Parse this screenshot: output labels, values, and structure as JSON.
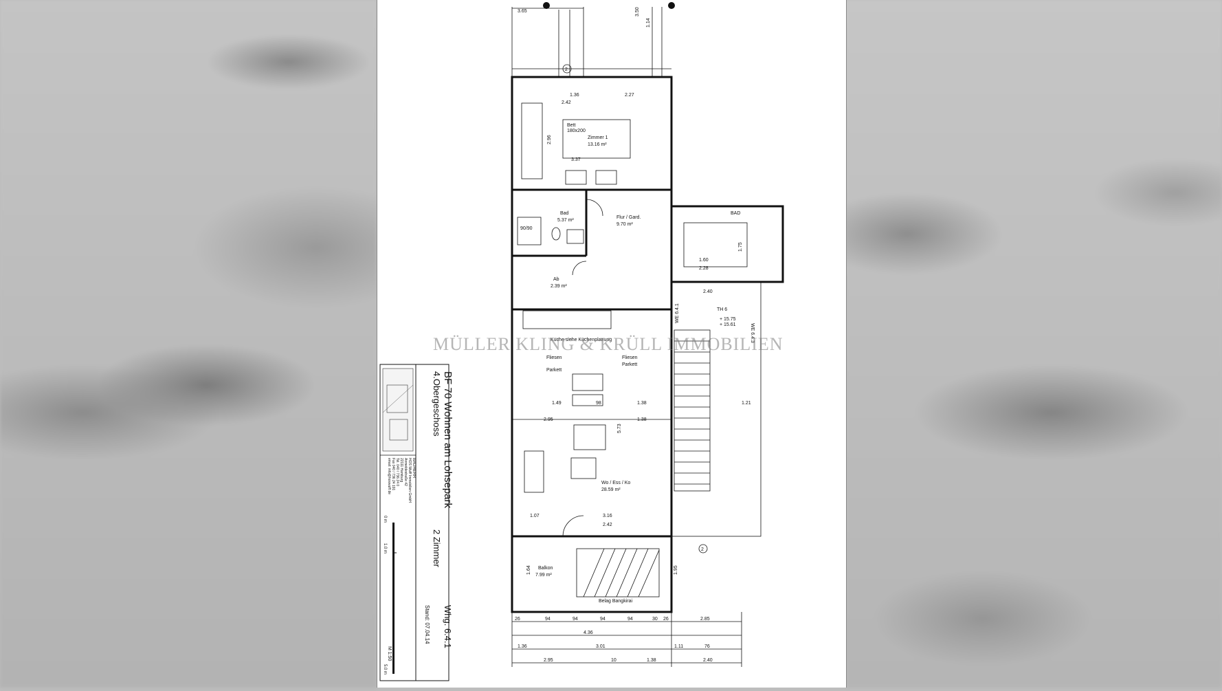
{
  "watermark": "MÜLLER KLING & KRÜLL IMMOBILIEN",
  "title_block": {
    "project": "BF 70 Wohnen am Lohsepark",
    "floor": "4.Obergeschoss",
    "unit": "Whg. 6.4.1",
    "rooms_count": "2 Zimmer",
    "date": "Stand: 07.04.14",
    "scale": "M 1:50",
    "builder_heading": "BAUHERR",
    "builder_lines": [
      "HOS Wulff Immobilien GmbH",
      "Anmeldestraße 42",
      "22111 Hamburg",
      "Tel. 040 / 736 24 0",
      "Fax 040 / 736 24 191",
      "email: info@hoswulff.de"
    ],
    "scale_bar": [
      "0 m",
      "1.0 m",
      "5.0 m"
    ]
  },
  "rooms": [
    {
      "id": "zimmer1",
      "name": "Zimmer 1",
      "area": "13.16 m²"
    },
    {
      "id": "bad",
      "name": "Bad",
      "area": "5.37 m²"
    },
    {
      "id": "flur",
      "name": "Flur / Gard.",
      "area": "9.70 m²"
    },
    {
      "id": "ab",
      "name": "Ab",
      "area": "2.39 m²"
    },
    {
      "id": "wohnen",
      "name": "Wo / Ess / Ko",
      "area": "28.59 m²"
    },
    {
      "id": "balkon",
      "name": "Balkon",
      "area": "7.99 m²"
    }
  ],
  "labels": {
    "bett": "Bett",
    "bett_size": "180x200",
    "kueche": "Küche siehe Küchenplanung",
    "fliesen": "Fliesen",
    "parkett": "Parkett",
    "th6": "TH 6",
    "th6_level1": "+ 15.75",
    "th6_level2": "+ 15.61",
    "we641": "WE 6.4.1",
    "we643": "WE 6.4.3",
    "bad_tag": "BAD",
    "belag": "Belag Bangkirai",
    "dusche": "90/90",
    "axis2": "2"
  },
  "dimensions": {
    "top_1": "3.65",
    "top_2": "3.50",
    "top_3": "1.14",
    "z1_w1": "1.36",
    "z1_w2": "2.42",
    "z1_w3": "2.27",
    "z1_h": "2.96",
    "z1_b": "3.37",
    "liv_w1": "1.07",
    "liv_w2": "3.16",
    "liv_w3": "2.42",
    "liv_a": "1.49",
    "liv_b": "98",
    "liv_c": "1.38",
    "liv_d": "2.95",
    "liv_e": "5.73",
    "st_a": "2.40",
    "st_b": "1.60",
    "st_c": "2.28",
    "st_d": "1.21",
    "st_e": "1.75",
    "bal_a": "1.64",
    "bal_b": "1.95",
    "bot_1": "4.36",
    "bot_2": "2.85",
    "bot_3": "1.36",
    "bot_4": "3.01",
    "bot_5": "1.11",
    "bot_6": "76",
    "bot_7": "2.95",
    "bot_8": "10",
    "bot_9": "1.38",
    "bot_10": "2.40",
    "bot_ticks": [
      "26",
      "94",
      "94",
      "94",
      "94",
      "30",
      "26"
    ]
  }
}
